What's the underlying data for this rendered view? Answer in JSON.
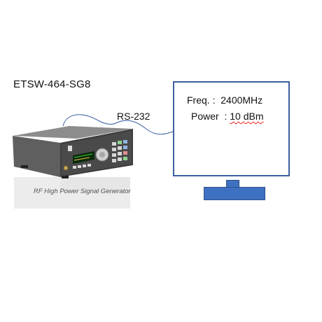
{
  "device": {
    "model": "ETSW-464-SG8",
    "caption": "RF High Power Signal Generator"
  },
  "connection": {
    "label": "RS-232"
  },
  "monitor": {
    "freq_label": "Freq. :",
    "freq_value": "2400MHz",
    "power_label": "Power",
    "power_sep": ":",
    "power_value": "10 dBm"
  },
  "colors": {
    "monitor_border": "#3c5fa0",
    "monitor_stand": "#3f71c2"
  }
}
